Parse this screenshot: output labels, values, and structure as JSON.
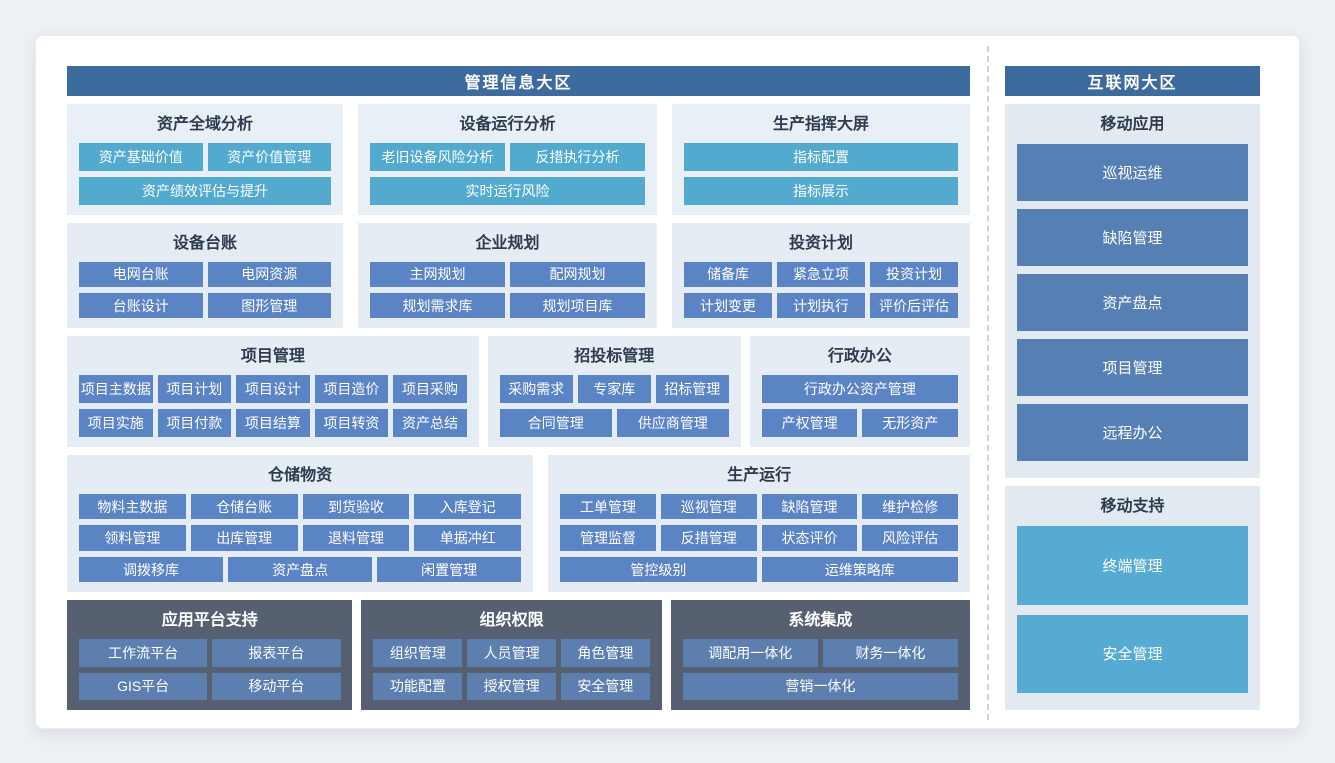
{
  "main_zone": {
    "title": "管理信息大区",
    "sections": {
      "asset_analysis": {
        "title": "资产全域分析",
        "rows": [
          [
            "资产基础价值",
            "资产价值管理"
          ],
          [
            "资产绩效评估与提升"
          ]
        ]
      },
      "equipment_analysis": {
        "title": "设备运行分析",
        "rows": [
          [
            "老旧设备风险分析",
            "反措执行分析"
          ],
          [
            "实时运行风险"
          ]
        ]
      },
      "production_dashboard": {
        "title": "生产指挥大屏",
        "rows": [
          [
            "指标配置"
          ],
          [
            "指标展示"
          ]
        ]
      },
      "equipment_ledger": {
        "title": "设备台账",
        "rows": [
          [
            "电网台账",
            "电网资源"
          ],
          [
            "台账设计",
            "图形管理"
          ]
        ]
      },
      "enterprise_planning": {
        "title": "企业规划",
        "rows": [
          [
            "主网规划",
            "配网规划"
          ],
          [
            "规划需求库",
            "规划项目库"
          ]
        ]
      },
      "investment_plan": {
        "title": "投资计划",
        "rows": [
          [
            "储备库",
            "紧急立项",
            "投资计划"
          ],
          [
            "计划变更",
            "计划执行",
            "评价后评估"
          ]
        ]
      },
      "project_mgmt": {
        "title": "项目管理",
        "rows": [
          [
            "项目主数据",
            "项目计划",
            "项目设计",
            "项目造价",
            "项目采购"
          ],
          [
            "项目实施",
            "项目付款",
            "项目结算",
            "项目转资",
            "资产总结"
          ]
        ]
      },
      "bidding_mgmt": {
        "title": "招投标管理",
        "rows": [
          [
            "采购需求",
            "专家库",
            "招标管理"
          ],
          [
            "合同管理",
            "供应商管理"
          ]
        ]
      },
      "admin_office": {
        "title": "行政办公",
        "rows": [
          [
            "行政办公资产管理"
          ],
          [
            "产权管理",
            "无形资产"
          ]
        ]
      },
      "warehouse": {
        "title": "仓储物资",
        "rows": [
          [
            "物料主数据",
            "仓储台账",
            "到货验收",
            "入库登记"
          ],
          [
            "领料管理",
            "出库管理",
            "退料管理",
            "单据冲红"
          ],
          [
            "调拨移库",
            "资产盘点",
            "闲置管理"
          ]
        ]
      },
      "production_ops": {
        "title": "生产运行",
        "rows": [
          [
            "工单管理",
            "巡视管理",
            "缺陷管理",
            "维护检修"
          ],
          [
            "管理监督",
            "反措管理",
            "状态评价",
            "风险评估"
          ],
          [
            "管控级别",
            "运维策略库"
          ]
        ]
      },
      "platform_support": {
        "title": "应用平台支持",
        "rows": [
          [
            "工作流平台",
            "报表平台"
          ],
          [
            "GIS平台",
            "移动平台"
          ]
        ]
      },
      "org_permission": {
        "title": "组织权限",
        "rows": [
          [
            "组织管理",
            "人员管理",
            "角色管理"
          ],
          [
            "功能配置",
            "授权管理",
            "安全管理"
          ]
        ]
      },
      "system_integration": {
        "title": "系统集成",
        "rows": [
          [
            "调配用一体化",
            "财务一体化"
          ],
          [
            "营销一体化"
          ]
        ]
      }
    }
  },
  "internet_zone": {
    "title": "互联网大区",
    "sections": {
      "mobile_app": {
        "title": "移动应用",
        "buttons": [
          "巡视运维",
          "缺陷管理",
          "资产盘点",
          "项目管理",
          "远程办公"
        ]
      },
      "mobile_support": {
        "title": "移动支持",
        "buttons": [
          "终端管理",
          "安全管理"
        ]
      }
    }
  },
  "colors": {
    "zone_header_blue": "#3e6b9e",
    "teal_module": "#52aacf",
    "blue_module": "#5b84c4",
    "side_blue_module": "#567fb4",
    "side_teal_module": "#55abd1",
    "dark_panel": "#566070",
    "dark_panel_module": "#5c7fb0",
    "light_panel": "#e6ecf3"
  }
}
